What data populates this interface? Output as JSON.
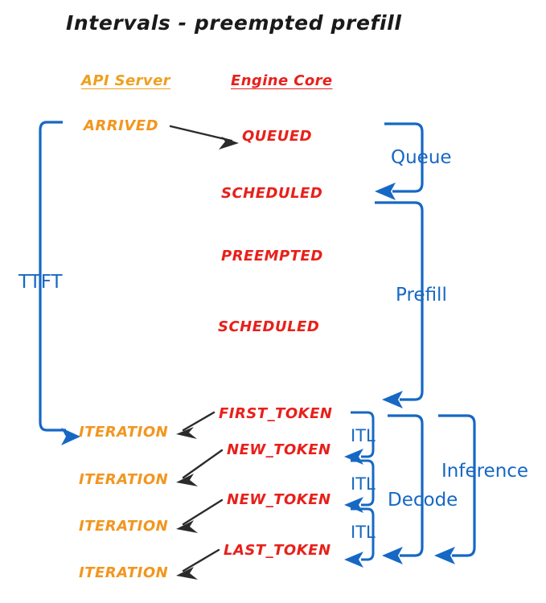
{
  "title": "Intervals - preempted prefill",
  "colors": {
    "api_orange": "#f2961f",
    "engine_red": "#e8201a",
    "annotation_blue": "#1668c4",
    "arrow_black": "#2b2b2b",
    "background": "#ffffff"
  },
  "columns": [
    {
      "key": "api",
      "label": "API Server",
      "color": "#efa01e"
    },
    {
      "key": "engine",
      "label": "Engine Core",
      "color": "#e8201a"
    }
  ],
  "api_events": [
    {
      "label": "ARRIVED"
    },
    {
      "label": "ITERATION"
    },
    {
      "label": "ITERATION"
    },
    {
      "label": "ITERATION"
    },
    {
      "label": "ITERATION"
    }
  ],
  "engine_events": [
    {
      "label": "QUEUED"
    },
    {
      "label": "SCHEDULED"
    },
    {
      "label": "PREEMPTED"
    },
    {
      "label": "SCHEDULED"
    },
    {
      "label": "FIRST_TOKEN"
    },
    {
      "label": "NEW_TOKEN"
    },
    {
      "label": "NEW_TOKEN"
    },
    {
      "label": "LAST_TOKEN"
    }
  ],
  "intervals": [
    {
      "name": "ttft",
      "label": "TTFT",
      "side": "left"
    },
    {
      "name": "queue",
      "label": "Queue",
      "side": "right"
    },
    {
      "name": "prefill",
      "label": "Prefill",
      "side": "right"
    },
    {
      "name": "itl-1",
      "label": "ITL",
      "side": "right"
    },
    {
      "name": "itl-2",
      "label": "ITL",
      "side": "right"
    },
    {
      "name": "itl-3",
      "label": "ITL",
      "side": "right"
    },
    {
      "name": "decode",
      "label": "Decode",
      "side": "right"
    },
    {
      "name": "inference",
      "label": "Inference",
      "side": "right"
    }
  ]
}
